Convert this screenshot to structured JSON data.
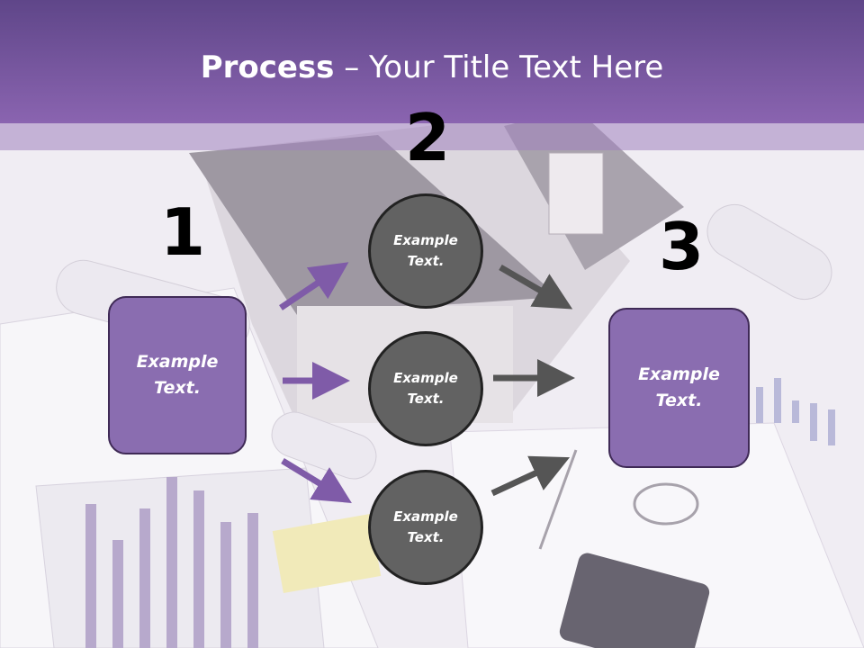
{
  "title": {
    "bold": "Process",
    "rest": " – Your Title Text Here"
  },
  "steps": {
    "one": {
      "number": "1",
      "text_line1": "Example",
      "text_line2": "Text."
    },
    "two": {
      "number": "2"
    },
    "three": {
      "number": "3",
      "text_line1": "Example",
      "text_line2": "Text."
    }
  },
  "circles": [
    {
      "text_line1": "Example",
      "text_line2": "Text."
    },
    {
      "text_line1": "Example",
      "text_line2": "Text."
    },
    {
      "text_line1": "Example",
      "text_line2": "Text."
    }
  ],
  "colors": {
    "header": "#7b58a6",
    "box": "#8a6db0",
    "circle": "#626262",
    "arrow_purple": "#7f5ba8",
    "arrow_gray": "#555555"
  }
}
